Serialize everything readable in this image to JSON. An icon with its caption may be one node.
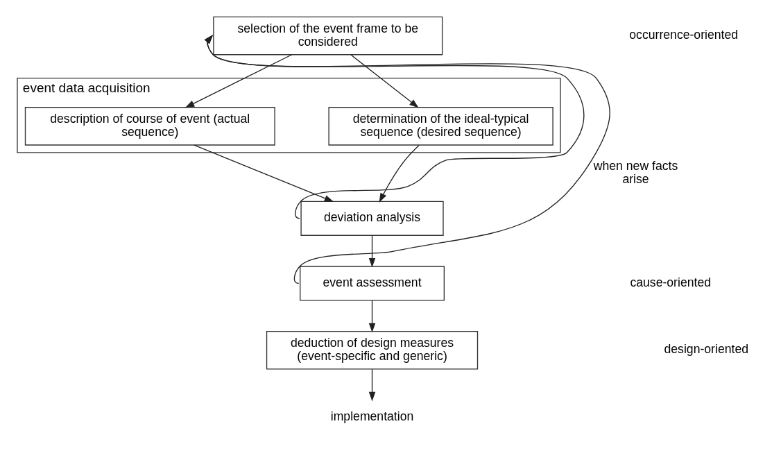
{
  "diagram": {
    "nodes": [
      {
        "text": [
          "selection of the event frame to be considered"
        ]
      },
      {
        "text": [
          "event data acquisition"
        ]
      },
      {
        "text": [
          "description of course of event (actual sequence)"
        ],
        "in": 1
      },
      {
        "text": [
          "determination of the ideal-typical sequence (desired sequence)"
        ],
        "in": 1
      },
      {
        "text": [
          "deviation analysis"
        ]
      },
      {
        "text": [
          "event assessment"
        ]
      },
      {
        "text": [
          "deduction of design measures (event-specific and generic)"
        ]
      },
      {
        "text": [
          "implementation"
        ]
      }
    ],
    "edges": [
      {
        "from": 0,
        "to": 2,
        "arrow": "to"
      },
      {
        "from": 0,
        "to": 3,
        "arrow": "to"
      },
      {
        "from": 2,
        "to": 4,
        "arrow": "to"
      },
      {
        "from": 3,
        "to": 4,
        "arrow": "to"
      },
      {
        "from": 4,
        "to": 0,
        "arrow": "to"
      },
      {
        "from": 4,
        "to": 5,
        "arrow": "to"
      },
      {
        "from": 5,
        "to": 0,
        "arrow": "to",
        "label": "when new facts arise"
      },
      {
        "from": 5,
        "to": 6,
        "arrow": "to"
      },
      {
        "from": 6,
        "to": 7,
        "arrow": "to"
      }
    ],
    "labels": [
      "occurrence-oriented",
      "cause-oriented",
      "design-oriented"
    ]
  }
}
